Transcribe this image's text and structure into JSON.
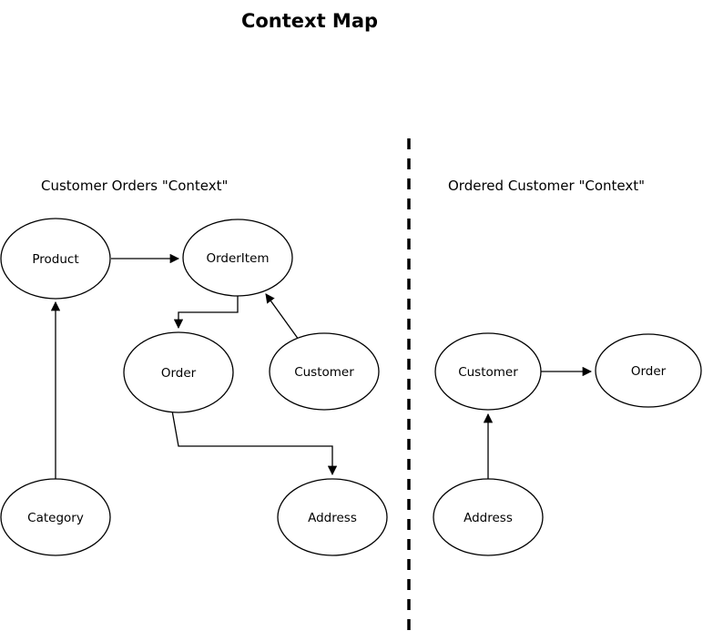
{
  "diagram": {
    "title": "Context Map",
    "colors": {
      "stroke": "#000000",
      "background": "#ffffff"
    },
    "left_context": {
      "label": "Customer Orders \"Context\"",
      "nodes": [
        {
          "id": "product",
          "label": "Product"
        },
        {
          "id": "orderitem",
          "label": "OrderItem"
        },
        {
          "id": "order",
          "label": "Order"
        },
        {
          "id": "customer",
          "label": "Customer"
        },
        {
          "id": "category",
          "label": "Category"
        },
        {
          "id": "address",
          "label": "Address"
        }
      ],
      "edges": [
        {
          "from": "Product",
          "to": "OrderItem"
        },
        {
          "from": "OrderItem",
          "to": "Order"
        },
        {
          "from": "Customer",
          "to": "OrderItem"
        },
        {
          "from": "Category",
          "to": "Product"
        },
        {
          "from": "Order",
          "to": "Address"
        }
      ]
    },
    "right_context": {
      "label": "Ordered Customer \"Context\"",
      "nodes": [
        {
          "id": "customer",
          "label": "Customer"
        },
        {
          "id": "order",
          "label": "Order"
        },
        {
          "id": "address",
          "label": "Address"
        }
      ],
      "edges": [
        {
          "from": "Customer",
          "to": "Order"
        },
        {
          "from": "Address",
          "to": "Customer"
        }
      ]
    }
  }
}
